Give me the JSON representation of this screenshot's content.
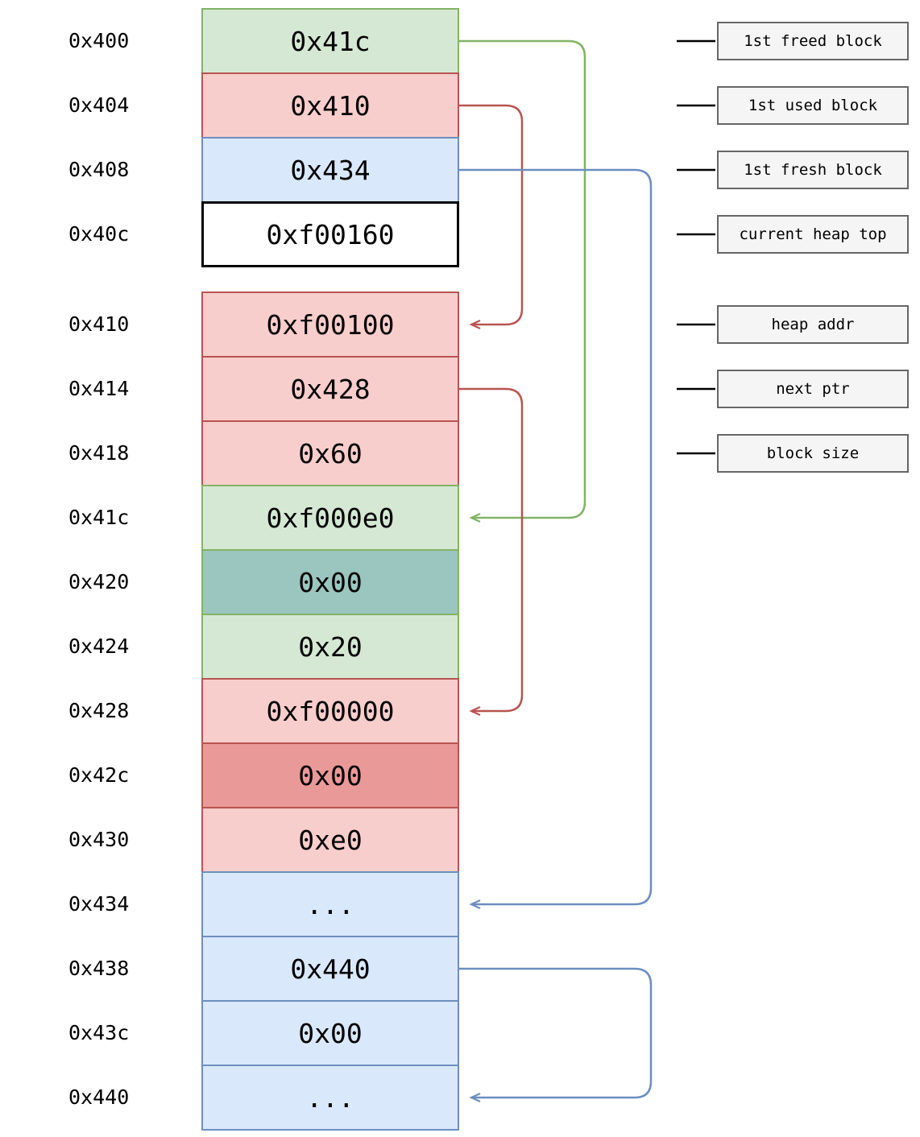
{
  "colors": {
    "green_fill": "#d5e8d4",
    "green_stroke": "#82b366",
    "red_fill": "#f8cecc",
    "red_stroke": "#b85450",
    "blue_fill": "#dae8fc",
    "blue_stroke": "#6c8ebf",
    "teal_fill": "#9bc6c0",
    "salmon_fill": "#ea9999",
    "white_fill": "#ffffff",
    "black_stroke": "#000000",
    "note_fill": "#f5f5f5",
    "note_stroke": "#666666",
    "text": "#000000"
  },
  "memory": {
    "rows": [
      {
        "address": "0x400",
        "value": "0x41c"
      },
      {
        "address": "0x404",
        "value": "0x410"
      },
      {
        "address": "0x408",
        "value": "0x434"
      },
      {
        "address": "0x40c",
        "value": "0xf00160"
      },
      {
        "address": "0x410",
        "value": "0xf00100"
      },
      {
        "address": "0x414",
        "value": "0x428"
      },
      {
        "address": "0x418",
        "value": "0x60"
      },
      {
        "address": "0x41c",
        "value": "0xf000e0"
      },
      {
        "address": "0x420",
        "value": "0x00"
      },
      {
        "address": "0x424",
        "value": "0x20"
      },
      {
        "address": "0x428",
        "value": "0xf00000"
      },
      {
        "address": "0x42c",
        "value": "0x00"
      },
      {
        "address": "0x430",
        "value": "0xe0"
      },
      {
        "address": "0x434",
        "value": "..."
      },
      {
        "address": "0x438",
        "value": "0x440"
      },
      {
        "address": "0x43c",
        "value": "0x00"
      },
      {
        "address": "0x440",
        "value": "..."
      }
    ]
  },
  "annotations": {
    "labels": [
      "1st freed block",
      "1st used block",
      "1st fresh block",
      "current heap top",
      "heap addr",
      "next ptr",
      "block size"
    ]
  },
  "connectors": [
    {
      "name": "freed-list-pointer",
      "from": "0x400",
      "to": "0x41c",
      "color": "#82b366"
    },
    {
      "name": "used-list-pointer-1",
      "from": "0x404",
      "to": "0x410",
      "color": "#b85450"
    },
    {
      "name": "fresh-list-pointer-1",
      "from": "0x408",
      "to": "0x434",
      "color": "#6c8ebf"
    },
    {
      "name": "used-list-pointer-2",
      "from": "0x414",
      "to": "0x428",
      "color": "#b85450"
    },
    {
      "name": "fresh-list-pointer-2",
      "from": "0x438",
      "to": "0x440",
      "color": "#6c8ebf"
    }
  ]
}
